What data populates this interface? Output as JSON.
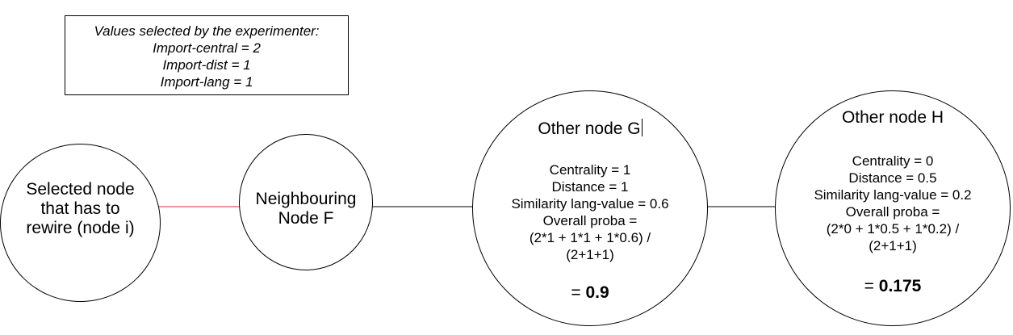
{
  "colors": {
    "edge_i_f": "#d32f2f",
    "edge_default": "#000000"
  },
  "note": {
    "title": "Values selected by the experimenter:",
    "lines": [
      "Import-central = 2",
      "Import-dist = 1",
      "Import-lang = 1"
    ]
  },
  "nodes": {
    "i": {
      "lines": [
        "Selected node",
        "that has to",
        "rewire (node i)"
      ]
    },
    "f": {
      "lines": [
        "Neighbouring",
        "Node F"
      ]
    },
    "g": {
      "title": "Other node G",
      "details": [
        "Centrality = 1",
        "Distance = 1",
        "Similarity lang-value = 0.6",
        "Overall proba =",
        "(2*1 + 1*1 + 1*0.6) /",
        "(2+1+1)"
      ],
      "result_prefix": "= ",
      "result_value": "0.9"
    },
    "h": {
      "title": "Other node H",
      "details": [
        "Centrality = 0",
        "Distance = 0.5",
        "Similarity lang-value = 0.2",
        "Overall proba =",
        "(2*0 + 1*0.5 + 1*0.2) /",
        "(2+1+1)"
      ],
      "result_prefix": "= ",
      "result_value": "0.175"
    }
  }
}
